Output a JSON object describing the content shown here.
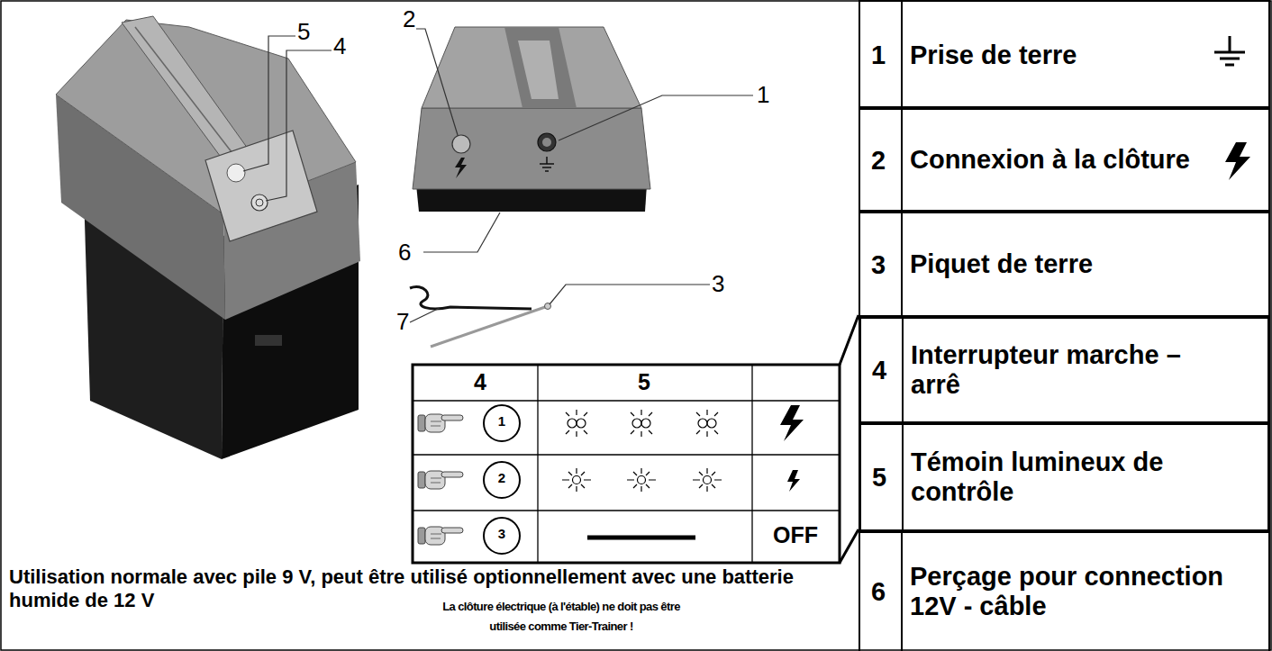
{
  "diagram": {
    "nodes": [
      {
        "text": [
          "1",
          "Prise de terre"
        ]
      },
      {
        "text": [
          "2",
          "Connexion à la clôture"
        ]
      },
      {
        "text": [
          "3",
          "Piquet de terre"
        ]
      },
      {
        "text": [
          "4",
          "Interrupteur marche – arrê"
        ]
      },
      {
        "text": [
          "5",
          "Témoin lumineux de contrôle"
        ]
      },
      {
        "text": [
          "6",
          "Perçage pour connection 12V - câble"
        ]
      }
    ],
    "labels": [
      "5",
      "4",
      "2",
      "1",
      "6",
      "3",
      "7",
      "4",
      "5",
      "1",
      "2",
      "3",
      "OFF",
      "Utilisation normale avec pile 9 V, peut être utilisé optionnellement avec une batterie humide de 12 V",
      "La clôture électrique (à l'étable) ne doit pas être utilisée comme Tier-Trainer !"
    ]
  }
}
